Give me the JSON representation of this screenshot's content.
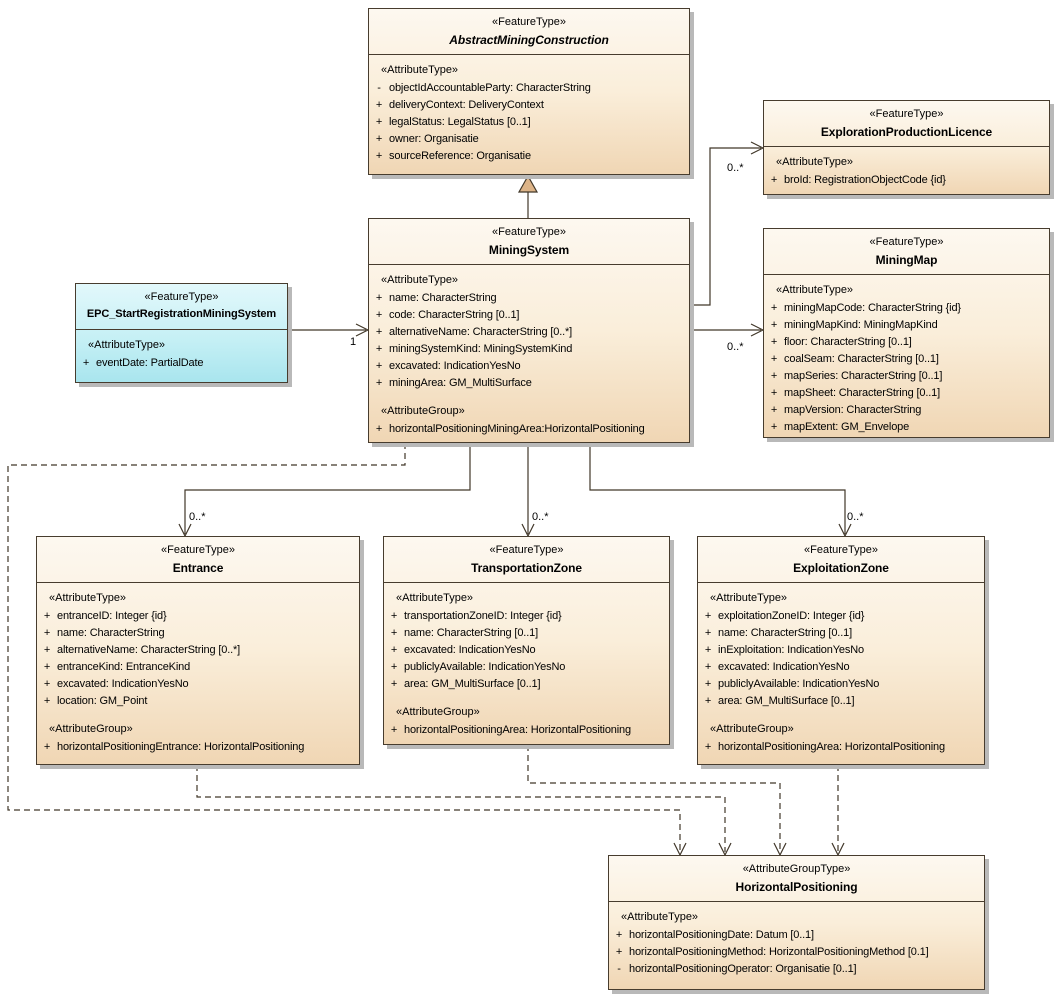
{
  "colors": {
    "box_border": "#473c2e",
    "box_fill_top": "#fdf8f0",
    "box_fill_bottom": "#f0d6b4",
    "epc_box_fill": "#c6f0f5",
    "shadow": "#b9b9b9",
    "connector_line": "#413729",
    "generalization_fill": "#ddb488"
  },
  "classes": [
    {
      "stereotype": "«FeatureType»",
      "name": "AbstractMiningConstruction",
      "sections": [
        {
          "heading": "«AttributeType»",
          "rows": [
            {
              "vis": "-",
              "text": "objectIdAccountableParty: CharacterString"
            },
            {
              "vis": "+",
              "text": "deliveryContext: DeliveryContext"
            },
            {
              "vis": "+",
              "text": "legalStatus: LegalStatus [0..1]"
            },
            {
              "vis": "+",
              "text": "owner: Organisatie"
            },
            {
              "vis": "+",
              "text": "sourceReference: Organisatie"
            }
          ]
        }
      ]
    },
    {
      "stereotype": "«FeatureType»",
      "name": "ExplorationProductionLicence",
      "sections": [
        {
          "heading": "«AttributeType»",
          "rows": [
            {
              "vis": "+",
              "text": "broId: RegistrationObjectCode {id}"
            }
          ]
        }
      ]
    },
    {
      "stereotype": "«FeatureType»",
      "name": "MiningSystem",
      "sections": [
        {
          "heading": "«AttributeType»",
          "rows": [
            {
              "vis": "+",
              "text": "name: CharacterString"
            },
            {
              "vis": "+",
              "text": "code: CharacterString [0..1]"
            },
            {
              "vis": "+",
              "text": "alternativeName: CharacterString [0..*]"
            },
            {
              "vis": "+",
              "text": "miningSystemKind: MiningSystemKind"
            },
            {
              "vis": "+",
              "text": "excavated: IndicationYesNo"
            },
            {
              "vis": "+",
              "text": "miningArea: GM_MultiSurface"
            }
          ]
        },
        {
          "heading": "«AttributeGroup»",
          "rows": [
            {
              "vis": "+",
              "text": "horizontalPositioningMiningArea:HorizontalPositioning"
            }
          ]
        }
      ]
    },
    {
      "stereotype": "«FeatureType»",
      "name": "EPC_StartRegistrationMiningSystem",
      "sections": [
        {
          "heading": "«AttributeType»",
          "rows": [
            {
              "vis": "+",
              "text": "eventDate: PartialDate"
            }
          ]
        }
      ]
    },
    {
      "stereotype": "«FeatureType»",
      "name": "MiningMap",
      "sections": [
        {
          "heading": "«AttributeType»",
          "rows": [
            {
              "vis": "+",
              "text": "miningMapCode: CharacterString {id}"
            },
            {
              "vis": "+",
              "text": "miningMapKind: MiningMapKind"
            },
            {
              "vis": "+",
              "text": "floor: CharacterString [0..1]"
            },
            {
              "vis": "+",
              "text": "coalSeam: CharacterString [0..1]"
            },
            {
              "vis": "+",
              "text": "mapSeries: CharacterString [0..1]"
            },
            {
              "vis": "+",
              "text": "mapSheet: CharacterString [0..1]"
            },
            {
              "vis": "+",
              "text": "mapVersion: CharacterString"
            },
            {
              "vis": "+",
              "text": "mapExtent: GM_Envelope"
            }
          ]
        }
      ]
    },
    {
      "stereotype": "«FeatureType»",
      "name": "Entrance",
      "sections": [
        {
          "heading": "«AttributeType»",
          "rows": [
            {
              "vis": "+",
              "text": "entranceID: Integer {id}"
            },
            {
              "vis": "+",
              "text": "name: CharacterString"
            },
            {
              "vis": "+",
              "text": "alternativeName: CharacterString [0..*]"
            },
            {
              "vis": "+",
              "text": "entranceKind: EntranceKind"
            },
            {
              "vis": "+",
              "text": "excavated: IndicationYesNo"
            },
            {
              "vis": "+",
              "text": "location: GM_Point"
            }
          ]
        },
        {
          "heading": "«AttributeGroup»",
          "rows": [
            {
              "vis": "+",
              "text": "horizontalPositioningEntrance: HorizontalPositioning"
            }
          ]
        }
      ]
    },
    {
      "stereotype": "«FeatureType»",
      "name": "TransportationZone",
      "sections": [
        {
          "heading": "«AttributeType»",
          "rows": [
            {
              "vis": "+",
              "text": "transportationZoneID: Integer {id}"
            },
            {
              "vis": "+",
              "text": "name: CharacterString [0..1]"
            },
            {
              "vis": "+",
              "text": "excavated: IndicationYesNo"
            },
            {
              "vis": "+",
              "text": "publiclyAvailable: IndicationYesNo"
            },
            {
              "vis": "+",
              "text": "area: GM_MultiSurface [0..1]"
            }
          ]
        },
        {
          "heading": "«AttributeGroup»",
          "rows": [
            {
              "vis": "+",
              "text": "horizontalPositioningArea: HorizontalPositioning"
            }
          ]
        }
      ]
    },
    {
      "stereotype": "«FeatureType»",
      "name": "ExploitationZone",
      "sections": [
        {
          "heading": "«AttributeType»",
          "rows": [
            {
              "vis": "+",
              "text": "exploitationZoneID: Integer {id}"
            },
            {
              "vis": "+",
              "text": "name: CharacterString [0..1]"
            },
            {
              "vis": "+",
              "text": "inExploitation: IndicationYesNo"
            },
            {
              "vis": "+",
              "text": "excavated: IndicationYesNo"
            },
            {
              "vis": "+",
              "text": "publiclyAvailable: IndicationYesNo"
            },
            {
              "vis": "+",
              "text": "area: GM_MultiSurface [0..1]"
            }
          ]
        },
        {
          "heading": "«AttributeGroup»",
          "rows": [
            {
              "vis": "+",
              "text": "horizontalPositioningArea: HorizontalPositioning"
            }
          ]
        }
      ]
    },
    {
      "stereotype": "«AttributeGroupType»",
      "name": "HorizontalPositioning",
      "sections": [
        {
          "heading": "«AttributeType»",
          "rows": [
            {
              "vis": "+",
              "text": "horizontalPositioningDate: Datum [0..1]"
            },
            {
              "vis": "+",
              "text": "horizontalPositioningMethod: HorizontalPositioningMethod [0.1]"
            },
            {
              "vis": "-",
              "text": "horizontalPositioningOperator: Organisatie [0..1]"
            }
          ]
        }
      ]
    }
  ],
  "labels": [
    {
      "text": "0..*"
    },
    {
      "text": "0..*"
    },
    {
      "text": "1"
    },
    {
      "text": "0..*"
    },
    {
      "text": "0..*"
    },
    {
      "text": "0..*"
    }
  ]
}
